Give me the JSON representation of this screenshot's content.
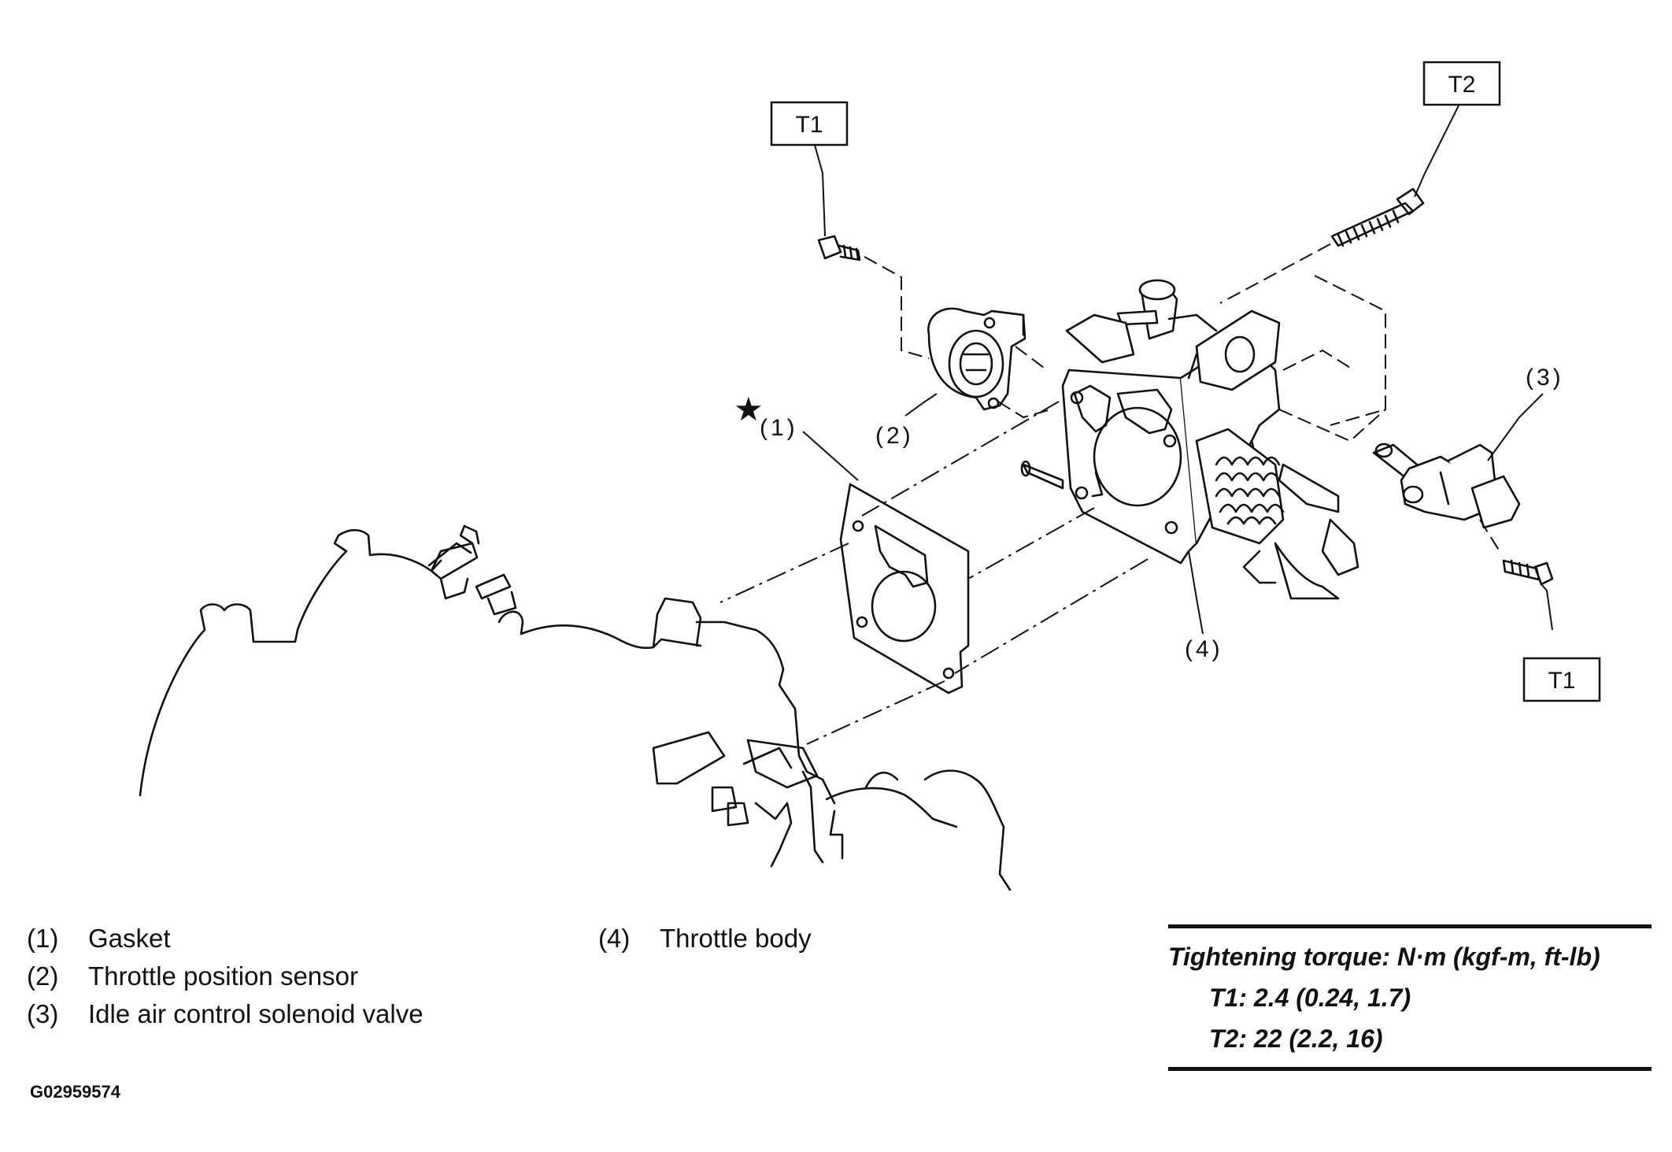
{
  "callouts": {
    "t1_top": "T1",
    "t2_top": "T2",
    "t1_right": "T1",
    "n1": "(1)",
    "n2": "(2)",
    "n3": "(3)",
    "n4": "(4)",
    "star": "★"
  },
  "legend": [
    {
      "num": "(1)",
      "label": "Gasket"
    },
    {
      "num": "(2)",
      "label": "Throttle position sensor"
    },
    {
      "num": "(3)",
      "label": "Idle air control solenoid valve"
    },
    {
      "num": "(4)",
      "label": "Throttle body"
    }
  ],
  "torque": {
    "heading": "Tightening torque: N·m (kgf-m, ft-lb)",
    "t1": "T1: 2.4 (0.24, 1.7)",
    "t2": "T2: 22 (2.2, 16)"
  },
  "figure_id": "G02959574"
}
